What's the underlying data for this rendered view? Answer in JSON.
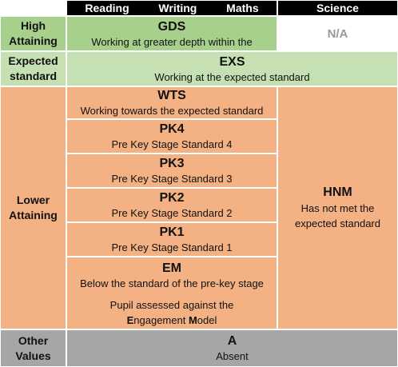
{
  "header": {
    "reading": "Reading",
    "writing": "Writing",
    "maths": "Maths",
    "science": "Science"
  },
  "rows": {
    "high": {
      "label": "High Attaining",
      "code": "GDS",
      "description": "Working at greater depth within the",
      "science": "N/A"
    },
    "expected": {
      "label": "Expected standard",
      "code": "EXS",
      "description": "Working at the expected standard"
    },
    "lower": {
      "label": "Lower Attaining",
      "levels": [
        {
          "code": "WTS",
          "description": "Working towards the expected standard"
        },
        {
          "code": "PK4",
          "description": "Pre Key Stage Standard 4"
        },
        {
          "code": "PK3",
          "description": "Pre Key Stage Standard 3"
        },
        {
          "code": "PK2",
          "description": "Pre Key Stage Standard 2"
        },
        {
          "code": "PK1",
          "description": "Pre Key Stage Standard 1"
        },
        {
          "code": "EM",
          "description": "Below the standard of the pre-key stage"
        }
      ],
      "em_note": {
        "line1": "Pupil assessed against the",
        "e_initial": "E",
        "e_rest": "ngagement ",
        "m_initial": "M",
        "m_rest": "odel"
      },
      "science_code": "HNM",
      "science_description": "Has not met the expected standard"
    },
    "other": {
      "label": "Other Values",
      "code": "A",
      "description": "Absent"
    }
  },
  "colors": {
    "header": "#000000",
    "high": "#a8d08d",
    "expected": "#c5e0b3",
    "lower": "#f4b183",
    "other": "#a6a6a6",
    "na_text": "#999999"
  }
}
